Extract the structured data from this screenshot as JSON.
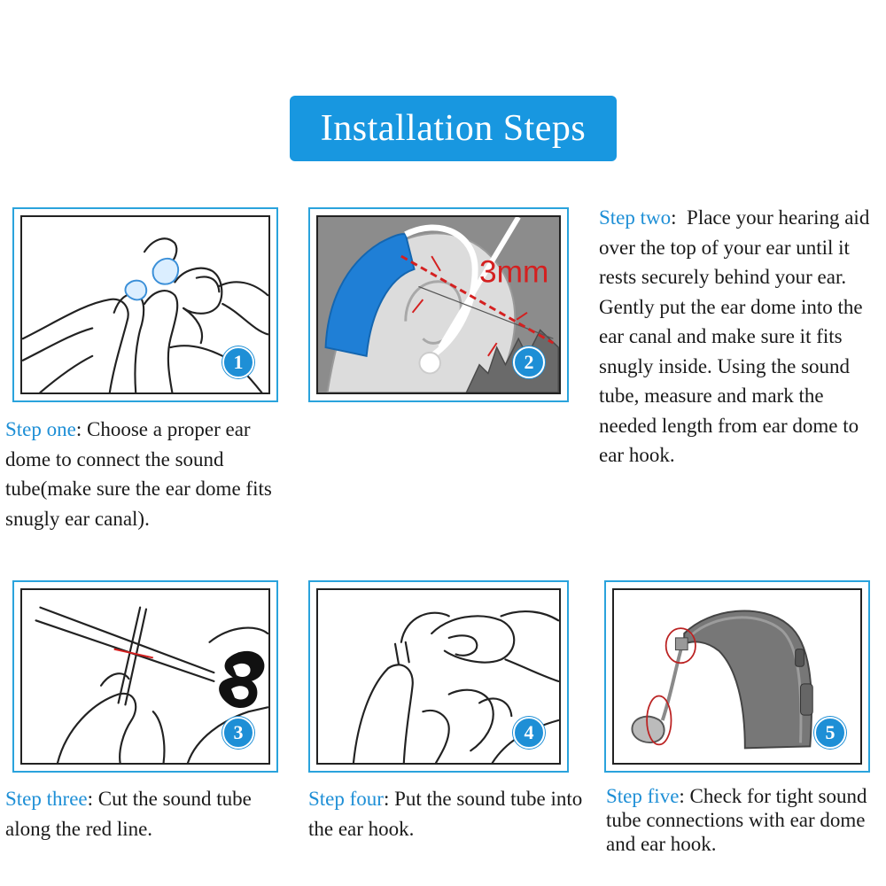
{
  "title": "Installation Steps",
  "steps": [
    {
      "number": "1",
      "label": "Step one",
      "text": "Choose a proper ear dome to connect the sound tube(make sure the ear dome fits snugly ear canal)."
    },
    {
      "number": "2",
      "label": "Step two",
      "text": "Place your hearing aid over the top of your ear until it rests securely behind your ear. Gently put the ear dome into the ear canal and make sure it fits snugly inside. Using the sound tube, measure and mark the needed length from ear dome to ear hook.",
      "annotation": "3mm"
    },
    {
      "number": "3",
      "label": "Step three",
      "text": "Cut the sound tube along the red line."
    },
    {
      "number": "4",
      "label": "Step four",
      "text": "Put the sound tube into the ear hook."
    },
    {
      "number": "5",
      "label": "Step five",
      "text": "Check for tight sound tube connections with ear dome and ear hook."
    }
  ],
  "colors": {
    "accent": "#1e8fd6",
    "banner": "#1897e0",
    "marker": "#d42020"
  }
}
